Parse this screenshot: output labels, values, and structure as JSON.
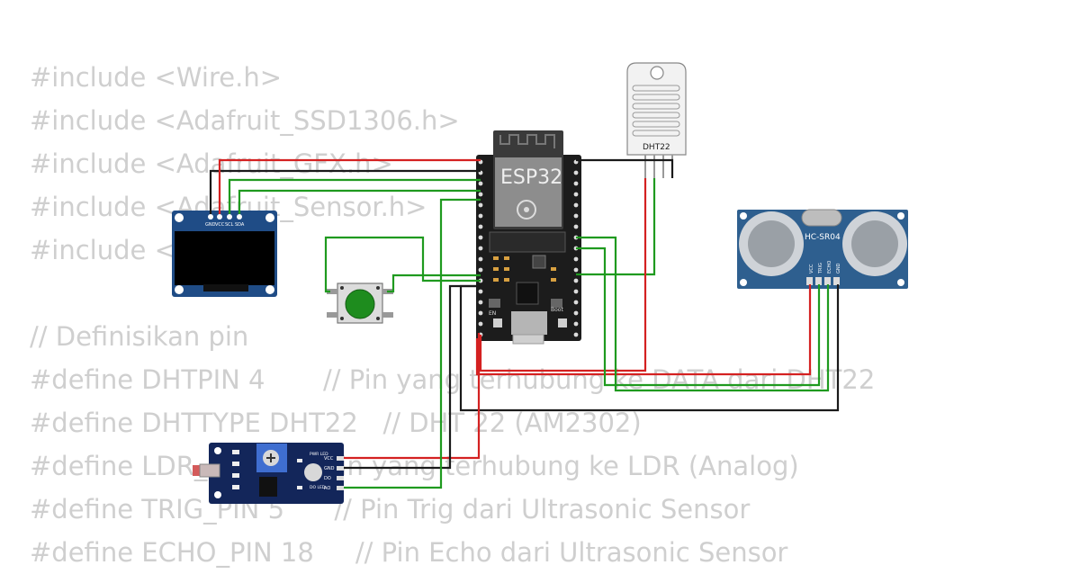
{
  "code_lines": [
    "#include <Wire.h>",
    "#include <Adafruit_SSD1306.h>",
    "#include <Adafruit_GFX.h>",
    "#include <Adafruit_Sensor.h>",
    "#include <",
    "",
    "// Definisikan pin",
    "#define DHTPIN 4       // Pin yang terhubung ke DATA dari DHT22",
    "#define DHTTYPE DHT22   // DHT 22 (AM2302)",
    "#define LDR_           // Pin yang terhubung ke LDR (Analog)",
    "#define TRIG_PIN 5      // Pin Trig dari Ultrasonic Sensor",
    "#define ECHO_PIN 18     // Pin Echo dari Ultrasonic Sensor"
  ],
  "esp32": {
    "label": "ESP32",
    "boot_label": "Boot",
    "en_label": "EN"
  },
  "oled": {
    "pins": [
      "GND",
      "VCC",
      "SCL",
      "SDA"
    ]
  },
  "dht22": {
    "label": "DHT22"
  },
  "ultrasonic": {
    "label": "HC-SR04",
    "pins": [
      "VCC",
      "TRIG",
      "ECHO",
      "GND"
    ]
  },
  "ldr_module": {
    "pins": [
      "VCC",
      "GND",
      "DO",
      "AO"
    ],
    "pwr_led": "PWR LED",
    "do_led": "DO LED"
  },
  "colors": {
    "wire_red": "#d42121",
    "wire_black": "#1a1a1a",
    "wire_green": "#1f9a1f",
    "board_blue": "#1f4c86",
    "esp_black": "#1c1c1c",
    "button_green": "#1e8c1e"
  }
}
